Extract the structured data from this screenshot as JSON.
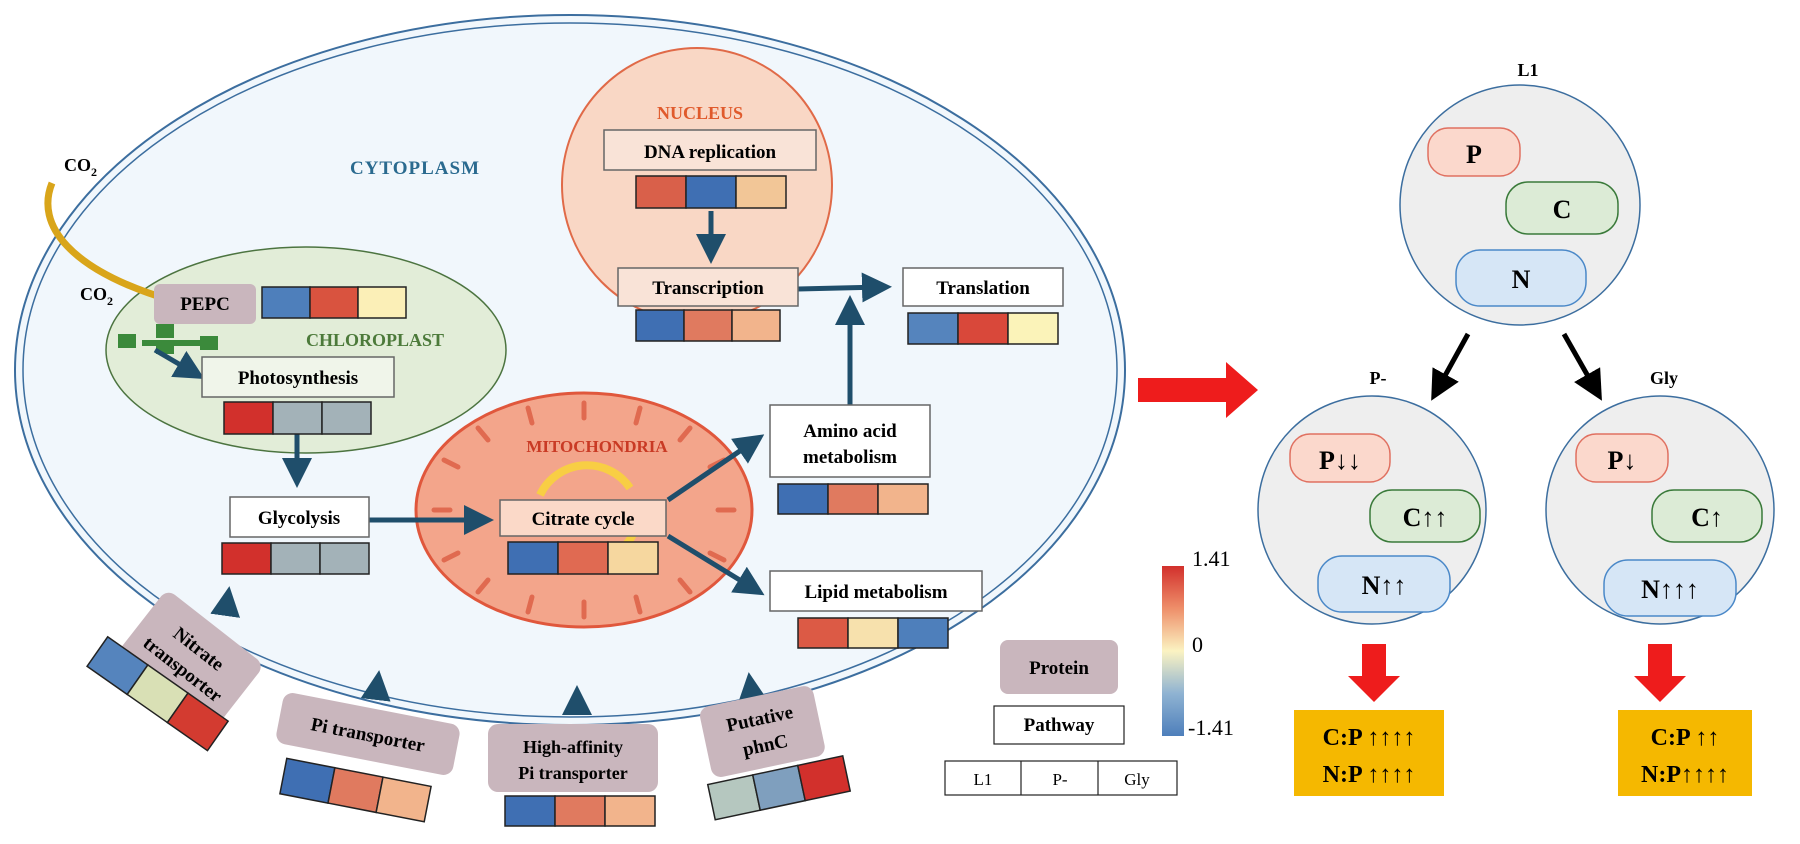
{
  "compartments": {
    "cytoplasm": "CYTOPLASM",
    "nucleus": "NUCLEUS",
    "chloroplast": "CHLOROPLAST",
    "mitochondria": "MITOCHONDRIA"
  },
  "co2": {
    "outer": "CO",
    "inner": "CO",
    "subscript": "2"
  },
  "pathways": {
    "dna_replication": "DNA replication",
    "transcription": "Transcription",
    "translation": "Translation",
    "photosynthesis": "Photosynthesis",
    "glycolysis": "Glycolysis",
    "citrate_cycle": "Citrate cycle",
    "amino_acid_line1": "Amino acid",
    "amino_acid_line2": "metabolism",
    "lipid_metabolism": "Lipid metabolism"
  },
  "proteins": {
    "pepc": "PEPC",
    "nitrate_line1": "Nitrate",
    "nitrate_line2": "transporter",
    "pi_transporter": "Pi transporter",
    "high_affinity_line1": "High-affinity",
    "high_affinity_line2": "Pi transporter",
    "putative_line1": "Putative",
    "putative_line2": "phnC"
  },
  "heatmap_colors": {
    "dna_replication": [
      "#d9604a",
      "#3f6fb3",
      "#f2c697"
    ],
    "pepc": [
      "#4e7fbb",
      "#d9533f",
      "#fbefb7"
    ],
    "transcription": [
      "#3f6fb3",
      "#e07a5f",
      "#f2b48c"
    ],
    "translation": [
      "#5584bd",
      "#d9483a",
      "#fbf3b9"
    ],
    "photosynthesis": [
      "#d2302c",
      "#a3b2b8",
      "#a3b2b8"
    ],
    "amino_acid": [
      "#3f6fb3",
      "#e07a5f",
      "#f2b48c"
    ],
    "glycolysis": [
      "#d2302c",
      "#a3b2b8",
      "#a3b2b8"
    ],
    "citrate_cycle": [
      "#3f6fb3",
      "#e06a52",
      "#f6d79f"
    ],
    "lipid_metabolism": [
      "#dc5a45",
      "#f7e1ad",
      "#4e7fbb"
    ],
    "nitrate_transporter": [
      "#5584bd",
      "#d9e0b5",
      "#d33b30"
    ],
    "pi_transporter": [
      "#3f6fb3",
      "#e07a5f",
      "#f2b48c"
    ],
    "high_affinity": [
      "#3f6fb3",
      "#e07a5f",
      "#f2b48c"
    ],
    "putative_phnc": [
      "#b5c7bf",
      "#7f9fbe",
      "#d2302c"
    ]
  },
  "legend": {
    "protein": "Protein",
    "pathway": "Pathway",
    "columns": [
      "L1",
      "P-",
      "Gly"
    ],
    "colorbar_max": "1.41",
    "colorbar_mid": "0",
    "colorbar_min": "-1.41"
  },
  "stoichiometry": {
    "top": {
      "label": "L1",
      "p": "P",
      "c": "C",
      "n": "N"
    },
    "left": {
      "label": "P-",
      "p": "P↓↓",
      "c": "C↑↑",
      "n": "N↑↑",
      "ratio1": "C:P ↑↑↑↑",
      "ratio2": "N:P ↑↑↑↑"
    },
    "right": {
      "label": "Gly",
      "p": "P↓",
      "c": "C↑",
      "n": "N↑↑↑",
      "ratio1": "C:P ↑↑",
      "ratio2": "N:P↑↑↑↑"
    }
  },
  "colors": {
    "arrow_dark": "#1f4e6b",
    "arrow_red": "#ee1c1c",
    "ratio_box": "#f5b800",
    "p_fill": "#fbd8cc",
    "c_fill": "#dcebd6",
    "n_fill": "#d6e6f6"
  }
}
